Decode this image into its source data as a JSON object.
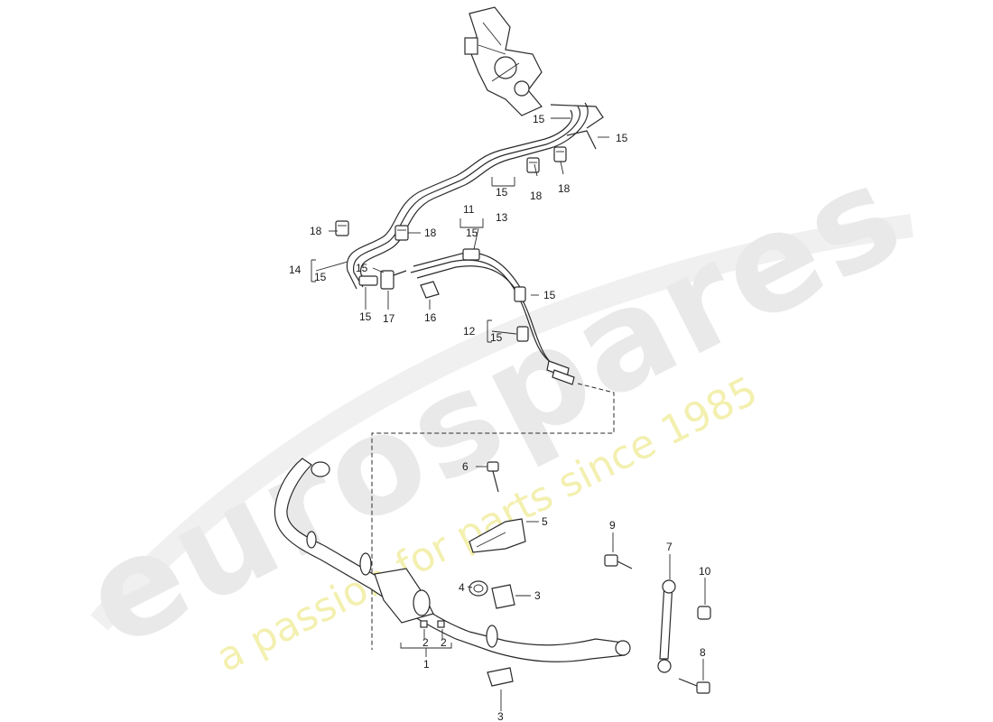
{
  "watermark": {
    "brand": "eurospares",
    "tagline": "a passion for parts since 1985"
  },
  "callouts": {
    "c1": "1",
    "c2a": "2",
    "c2b": "2",
    "c3a": "3",
    "c3b": "3",
    "c4": "4",
    "c5": "5",
    "c6": "6",
    "c7": "7",
    "c8": "8",
    "c9": "9",
    "c10": "10",
    "c11": "11",
    "c11_15": "15",
    "c12": "12",
    "c12_15": "15",
    "c13": "13",
    "c13_15": "15",
    "c14": "14",
    "c14_15": "15",
    "c15a": "15",
    "c15b": "15",
    "c15c": "15",
    "c15d": "15",
    "c15e": "15",
    "c16": "16",
    "c17": "17",
    "c18a": "18",
    "c18b": "18",
    "c18c": "18",
    "c18d": "18"
  }
}
